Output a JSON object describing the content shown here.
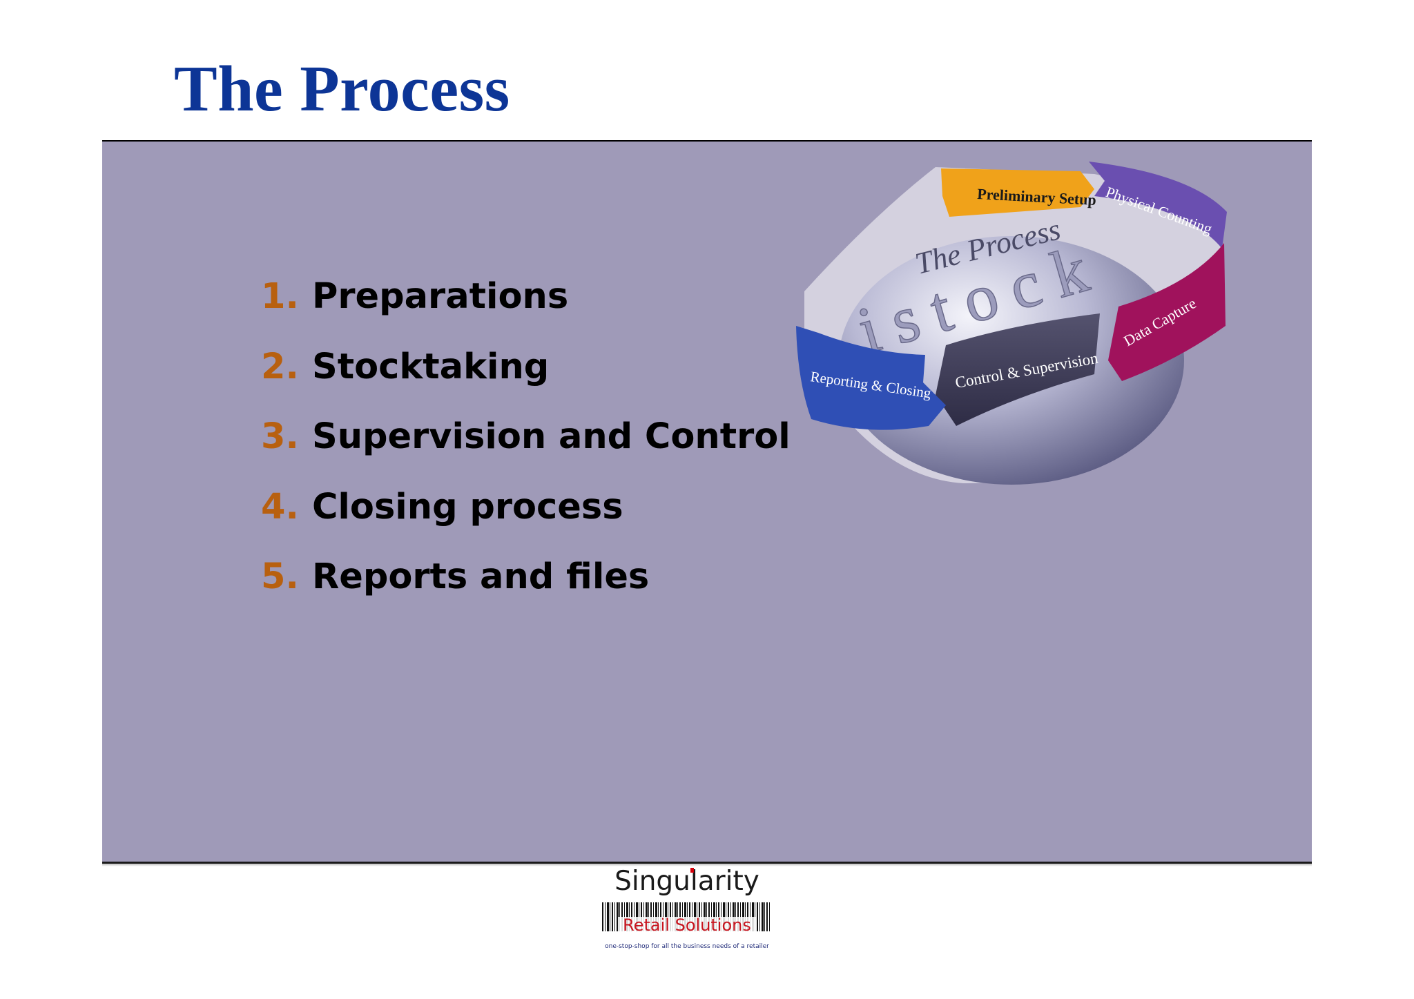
{
  "slide": {
    "title": "The Process",
    "steps": [
      {
        "number": "1.",
        "label": "Preparations"
      },
      {
        "number": "2.",
        "label": "Stocktaking"
      },
      {
        "number": "3.",
        "label": "Supervision and Control"
      },
      {
        "number": "4.",
        "label": "Closing process"
      },
      {
        "number": "5.",
        "label": "Reports and files"
      }
    ]
  },
  "graphic": {
    "sphere_caption": "The Process",
    "sphere_word": "istock",
    "segments": [
      {
        "label": "Preliminary Setup",
        "color": "#f0a21a"
      },
      {
        "label": "Physical Counting",
        "color": "#6a4fb0"
      },
      {
        "label": "Data Capture",
        "color": "#a0125c"
      },
      {
        "label": "Control & Supervision",
        "color": "#3f3d5c"
      },
      {
        "label": "Reporting & Closing",
        "color": "#2f4fb5"
      }
    ]
  },
  "logo": {
    "name": "Singularity",
    "subtitle": "Retail Solutions",
    "tagline": "one-stop-shop for all the business needs of a retailer"
  }
}
